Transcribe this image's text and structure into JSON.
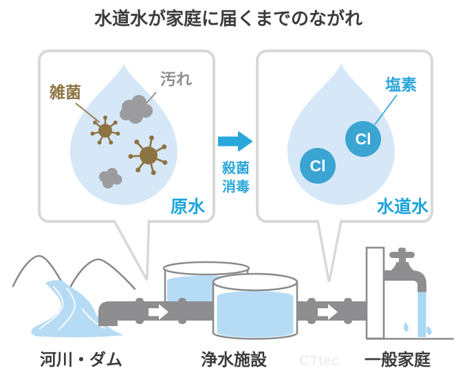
{
  "title": "水道水が家庭に届くまでのながれ",
  "raw_water_panel": {
    "bacteria_label": "雑菌",
    "dirt_label": "汚れ",
    "caption": "原水"
  },
  "process": {
    "step_line1": "殺菌",
    "step_line2": "消毒"
  },
  "tap_water_panel": {
    "chlorine_label": "塩素",
    "chlorine_symbol": "Cl",
    "caption": "水道水"
  },
  "stages": {
    "source": "河川・ダム",
    "plant": "浄水施設",
    "home": "一般家庭"
  },
  "watermark": "CTtec",
  "colors": {
    "accent_blue": "#2aa7db",
    "caption_blue": "#1ba4da",
    "chlorine_circle_blue": "#3aa4d2",
    "drop_fill": "#d6e8f7",
    "water_fill": "#b6dcf5",
    "stream_fill": "#a9d8f3",
    "pipe_gray": "#8e8e90",
    "outline_gray": "#8a8a8c",
    "dirt_gray": "#9c9c9e",
    "bacteria_brown": "#8d7342",
    "panel_border": "#d8d8d8",
    "text_dark": "#3b3b3b"
  }
}
